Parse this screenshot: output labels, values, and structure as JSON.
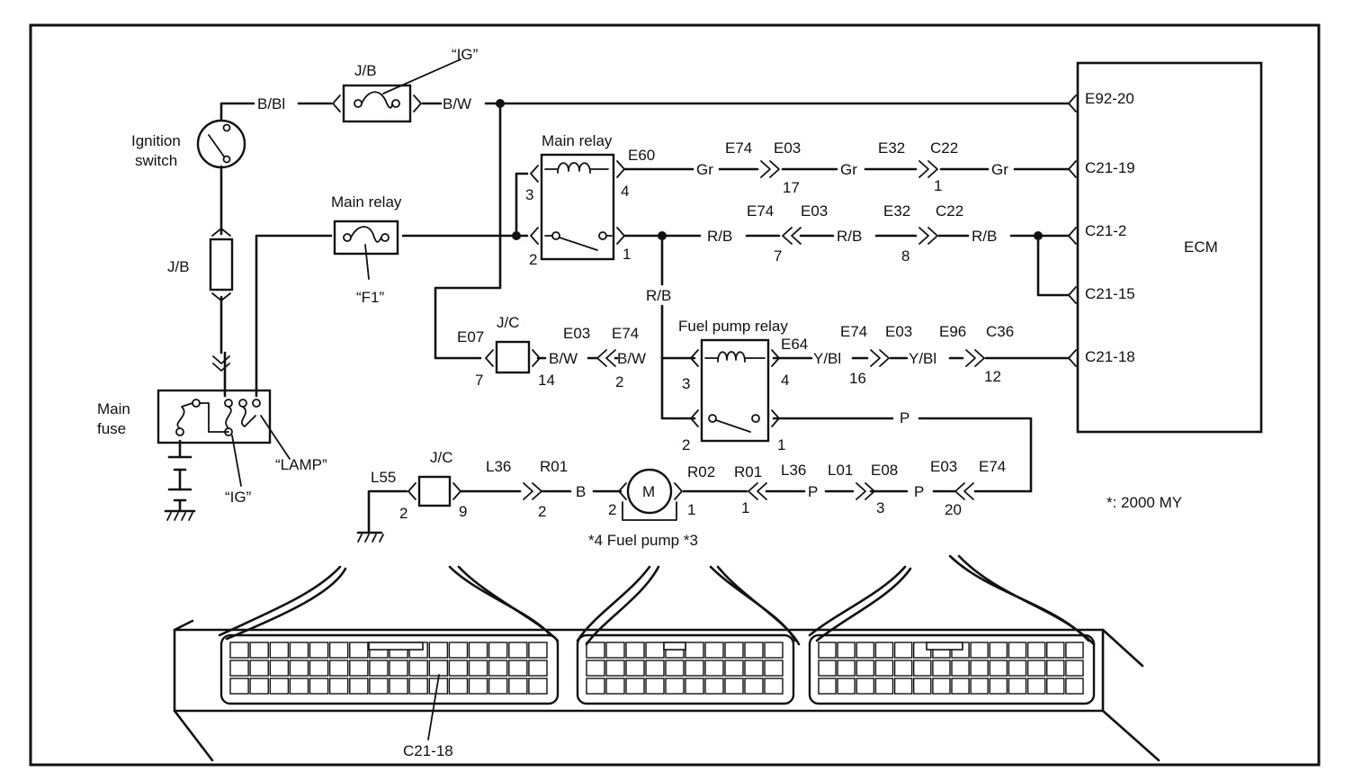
{
  "title": "",
  "labels": {
    "ig_top": "“IG”",
    "jb_top": "J/B",
    "bbl": "B/Bl",
    "bw_top": "B/W",
    "e92_20": "E92-20",
    "ign1": "Ignition",
    "ign2": "switch",
    "mainrelay_upper": "Main relay",
    "e60": "E60",
    "e74_a": "E74",
    "e03_a": "E03",
    "gr1": "Gr",
    "gr2": "Gr",
    "gr3": "Gr",
    "e32_a": "E32",
    "c22_a": "C22",
    "c21_19": "C21-19",
    "n3_a": "3",
    "n4_a": "4",
    "n17": "17",
    "n1_a": "1",
    "mainrelay_fuse": "Main relay",
    "e74_b": "E74",
    "e03_b": "E03",
    "e32_b": "E32",
    "c22_b": "C22",
    "jb_left": "J/B",
    "rb1": "R/B",
    "rb2": "R/B",
    "rb3": "R/B",
    "c21_2": "C21-2",
    "ecm": "ECM",
    "n2_a": "2",
    "n1_b": "1",
    "n7_a": "7",
    "n8": "8",
    "f1": "“F1”",
    "rb_vert": "R/B",
    "c21_15": "C21-15",
    "jc_mid": "J/C",
    "fprelay": "Fuel pump relay",
    "e07": "E07",
    "e03_c": "E03",
    "e74_c": "E74",
    "e74_d": "E74",
    "e03_d": "E03",
    "e96": "E96",
    "c36": "C36",
    "e64": "E64",
    "bw2": "B/W",
    "bw3": "B/W",
    "ybl1": "Y/Bl",
    "ybl2": "Y/Bl",
    "c21_18": "C21-18",
    "n7_b": "7",
    "n14": "14",
    "n2_b": "2",
    "n3_b": "3",
    "n4_b": "4",
    "n16": "16",
    "n12": "12",
    "p1": "P",
    "mainfuse1": "Main",
    "mainfuse2": "fuse",
    "n2_c": "2",
    "n1_c": "1",
    "lamp": "“LAMP”",
    "jc_low": "J/C",
    "ig_low": "“IG”",
    "l55": "L55",
    "l36_a": "L36",
    "r01_a": "R01",
    "r02": "R02",
    "r01_b": "R01",
    "l36_b": "L36",
    "l01": "L01",
    "e08": "E08",
    "e03_e": "E03",
    "e74_e": "E74",
    "b": "B",
    "m": "M",
    "p2": "P",
    "p3": "P",
    "n2_d": "2",
    "n9": "9",
    "n2_e": "2",
    "n2_f": "2",
    "n1_d": "1",
    "n1_e": "1",
    "n3_c": "3",
    "n20": "20",
    "my2000": "*: 2000 MY",
    "fuelpump": "*4  Fuel pump *3",
    "c21_18_bottom": "C21-18"
  }
}
